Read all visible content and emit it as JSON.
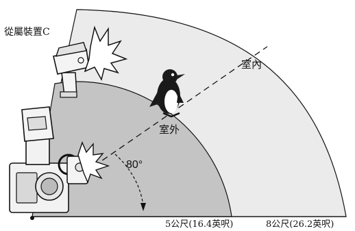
{
  "labels": {
    "slave_unit": "從屬裝置C",
    "indoor": "室內",
    "outdoor": "室外",
    "angle": "80°",
    "range_outdoor": "5公尺(16.4英呎)",
    "range_indoor": "8公尺(26.2英呎)"
  },
  "colors": {
    "indoor_zone": "#ebebeb",
    "outdoor_zone": "#c4c4c4",
    "outline": "#111111",
    "device_body": "#f4f4f4"
  },
  "icons": [
    "slave-flash-icon",
    "penguin-icon",
    "camera-with-flash-icon",
    "flash-burst-icon"
  ]
}
